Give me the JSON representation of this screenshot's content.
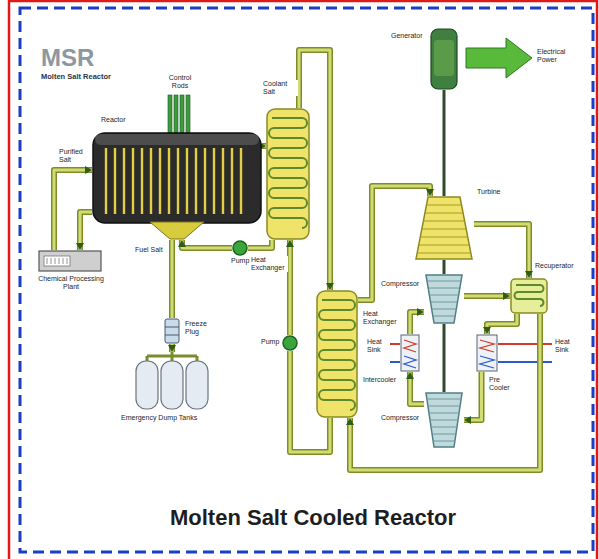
{
  "diagram": {
    "title": "Molten Salt Reactor",
    "caption": "Molten Salt Cooled Reactor",
    "nodes": [
      {
        "text": [
          "Reactor"
        ]
      },
      {
        "text": [
          "Heat Exchanger"
        ]
      },
      {
        "text": [
          "Pump"
        ]
      },
      {
        "text": [
          "Chemical Processing Plant"
        ]
      },
      {
        "text": [
          "Freeze Plug"
        ]
      },
      {
        "text": [
          "Emergency Dump Tanks"
        ]
      },
      {
        "text": [
          "Pump"
        ]
      },
      {
        "text": [
          "Heat Exchanger"
        ]
      },
      {
        "text": [
          "Generator"
        ]
      },
      {
        "text": [
          "Electrical Power"
        ]
      },
      {
        "text": [
          "Turbine"
        ]
      },
      {
        "text": [
          "Recuperator"
        ]
      },
      {
        "text": [
          "Compressor"
        ]
      },
      {
        "text": [
          "Intercooler"
        ]
      },
      {
        "text": [
          "Pre Cooler"
        ]
      },
      {
        "text": [
          "Compressor"
        ]
      }
    ],
    "edges": [
      {
        "from": 0,
        "to": 1,
        "arrow": "to"
      },
      {
        "from": 1,
        "to": 2,
        "arrow": "none"
      },
      {
        "from": 2,
        "to": 0,
        "arrow": "to"
      },
      {
        "from": 0,
        "to": 3,
        "arrow": "to"
      },
      {
        "from": 3,
        "to": 0,
        "arrow": "to"
      },
      {
        "from": 0,
        "to": 4,
        "arrow": "none"
      },
      {
        "from": 4,
        "to": 5,
        "arrow": "to"
      },
      {
        "from": 1,
        "to": 7,
        "arrow": "to"
      },
      {
        "from": 7,
        "to": 6,
        "arrow": "none"
      },
      {
        "from": 6,
        "to": 1,
        "arrow": "to"
      },
      {
        "from": 7,
        "to": 10,
        "arrow": "to"
      },
      {
        "from": 10,
        "to": 11,
        "arrow": "to"
      },
      {
        "from": 11,
        "to": 14,
        "arrow": "to"
      },
      {
        "from": 14,
        "to": 15,
        "arrow": "to"
      },
      {
        "from": 15,
        "to": 13,
        "arrow": "to"
      },
      {
        "from": 13,
        "to": 12,
        "arrow": "to"
      },
      {
        "from": 12,
        "to": 11,
        "arrow": "to"
      },
      {
        "from": 11,
        "to": 7,
        "arrow": "to"
      },
      {
        "from": 8,
        "to": 10,
        "arrow": "none"
      }
    ],
    "labels": [
      "MSR",
      "Control Rods",
      "Coolant Salt",
      "Purified Salt",
      "Fuel Salt",
      "Heat Sink",
      "Heat Sink"
    ]
  }
}
